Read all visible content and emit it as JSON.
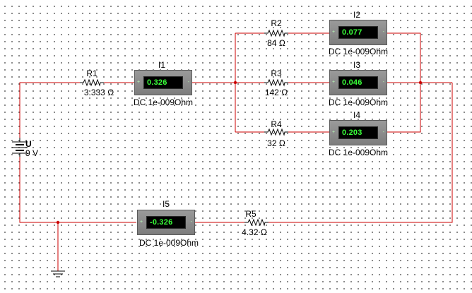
{
  "circuit": {
    "source": {
      "name": "U",
      "value": "9 V"
    },
    "resistors": {
      "r1": {
        "name": "R1",
        "value": "3.333 Ω"
      },
      "r2": {
        "name": "R2",
        "value": "84 Ω"
      },
      "r3": {
        "name": "R3",
        "value": "142 Ω"
      },
      "r4": {
        "name": "R4",
        "value": "32 Ω"
      },
      "r5": {
        "name": "R5",
        "value": "4.32 Ω"
      }
    },
    "meters": {
      "i1": {
        "name": "I1",
        "reading": "0.326",
        "mode": "DC  1e-009Ohm",
        "plus": "+",
        "minus": "-"
      },
      "i2": {
        "name": "I2",
        "reading": "0.077",
        "mode": "DC  1e-009Ohm",
        "plus": "+",
        "minus": "-"
      },
      "i3": {
        "name": "I3",
        "reading": "0.046",
        "mode": "DC  1e-009Ohm",
        "plus": "+",
        "minus": "-"
      },
      "i4": {
        "name": "I4",
        "reading": "0.203",
        "mode": "DC  1e-009Ohm",
        "plus": "+",
        "minus": "-"
      },
      "i5": {
        "name": "I5",
        "reading": "-0.326",
        "mode": "DC  1e-009Ohm",
        "plus": "+",
        "minus": "-"
      }
    }
  },
  "colors": {
    "wire": "#cc0000",
    "meter_body": "#8a8a8a",
    "display_text": "#39ff39",
    "grid_dot": "#6b6b6b"
  }
}
